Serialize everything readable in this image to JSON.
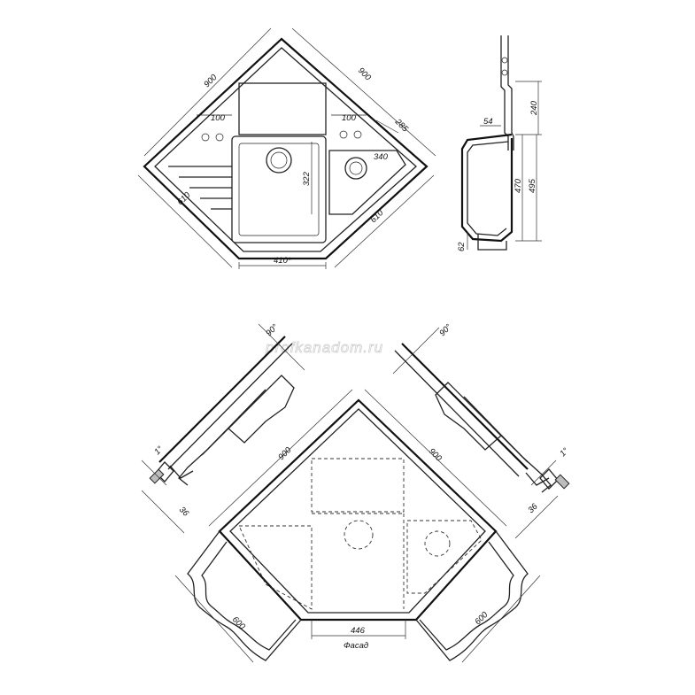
{
  "watermark": "profkanadom.ru",
  "top_view": {
    "dims": {
      "side_left": "900",
      "side_right": "900",
      "offset_left": "100",
      "offset_right": "100",
      "depth": "285",
      "small_bowl": "340",
      "bowl_height": "322",
      "leg_left": "610",
      "leg_right": "610",
      "front": "410*"
    }
  },
  "side_view": {
    "dims": {
      "d240": "240",
      "d54": "54",
      "d470": "470",
      "d495": "495",
      "d62": "62"
    }
  },
  "install_view": {
    "dims": {
      "side_left": "900",
      "side_right": "900",
      "cabinet_left": "600",
      "cabinet_right": "600",
      "front": "446",
      "angle_left": "90°",
      "angle_right": "90°",
      "tilt_left": "1°",
      "tilt_right": "1°",
      "rim_left": "36",
      "rim_right": "36"
    },
    "facade_label": "Фасад"
  }
}
